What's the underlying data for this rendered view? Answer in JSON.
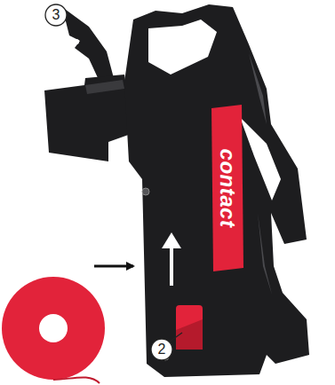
{
  "diagram": {
    "labels": [
      "3",
      "contact",
      "2"
    ]
  }
}
